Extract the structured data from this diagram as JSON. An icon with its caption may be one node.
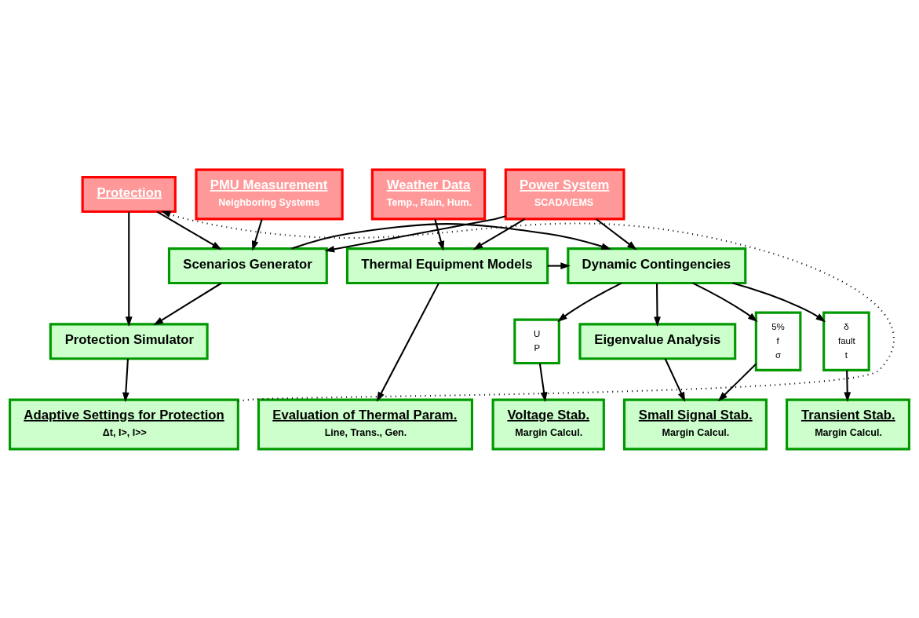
{
  "diagram": {
    "nodes": [
      {
        "text": [
          "Weather Data",
          "Temp., Rain, Hum."
        ]
      },
      {
        "text": [
          "Power System",
          "SCADA/EMS"
        ]
      },
      {
        "text": [
          "PMU Measurement",
          "Neighboring Systems"
        ]
      },
      {
        "text": [
          "Protection"
        ]
      },
      {
        "text": [
          "Thermal Equipment Models"
        ]
      },
      {
        "text": [
          "Dynamic Contingencies"
        ]
      },
      {
        "text": [
          "Scenarios Generator"
        ]
      },
      {
        "text": [
          "Protection Simulator"
        ]
      },
      {
        "text": [
          "U",
          "P"
        ]
      },
      {
        "text": [
          "5%",
          "f",
          "σ"
        ]
      },
      {
        "text": [
          "Eigenvalue Analysis"
        ]
      },
      {
        "text": [
          "δ",
          "fault",
          "t"
        ]
      },
      {
        "text": [
          "Evaluation of Thermal Param.",
          "Line, Trans., Gen."
        ]
      },
      {
        "text": [
          "Voltage Stab.",
          "Margin Calcul."
        ]
      },
      {
        "text": [
          "Small Signal Stab.",
          "Margin Calcul."
        ]
      },
      {
        "text": [
          "Transient Stab.",
          "Margin Calcul."
        ]
      },
      {
        "text": [
          "Adaptive Settings for Protection",
          "Δt, I>, I>>"
        ]
      }
    ],
    "edges": [
      {
        "from": 0,
        "to": 4,
        "arrow": "to"
      },
      {
        "from": 1,
        "to": 4,
        "arrow": "to"
      },
      {
        "from": 1,
        "to": 5,
        "arrow": "to"
      },
      {
        "from": 1,
        "to": 6,
        "arrow": "to"
      },
      {
        "from": 2,
        "to": 6,
        "arrow": "to"
      },
      {
        "from": 3,
        "to": 6,
        "arrow": "to"
      },
      {
        "from": 3,
        "to": 7,
        "arrow": "to"
      },
      {
        "from": 4,
        "to": 5,
        "arrow": "to"
      },
      {
        "from": 6,
        "to": 5,
        "arrow": "to"
      },
      {
        "from": 6,
        "to": 7,
        "arrow": "to"
      },
      {
        "from": 5,
        "to": 8,
        "arrow": "to"
      },
      {
        "from": 5,
        "to": 9,
        "arrow": "to"
      },
      {
        "from": 5,
        "to": 10,
        "arrow": "to"
      },
      {
        "from": 5,
        "to": 11,
        "arrow": "to"
      },
      {
        "from": 4,
        "to": 12,
        "arrow": "to"
      },
      {
        "from": 8,
        "to": 13,
        "arrow": "to"
      },
      {
        "from": 9,
        "to": 14,
        "arrow": "to"
      },
      {
        "from": 10,
        "to": 14,
        "arrow": "to"
      },
      {
        "from": 11,
        "to": 15,
        "arrow": "to"
      },
      {
        "from": 7,
        "to": 16,
        "arrow": "to"
      },
      {
        "from": 16,
        "to": 3,
        "arrow": "to",
        "style": "dashed"
      }
    ]
  }
}
